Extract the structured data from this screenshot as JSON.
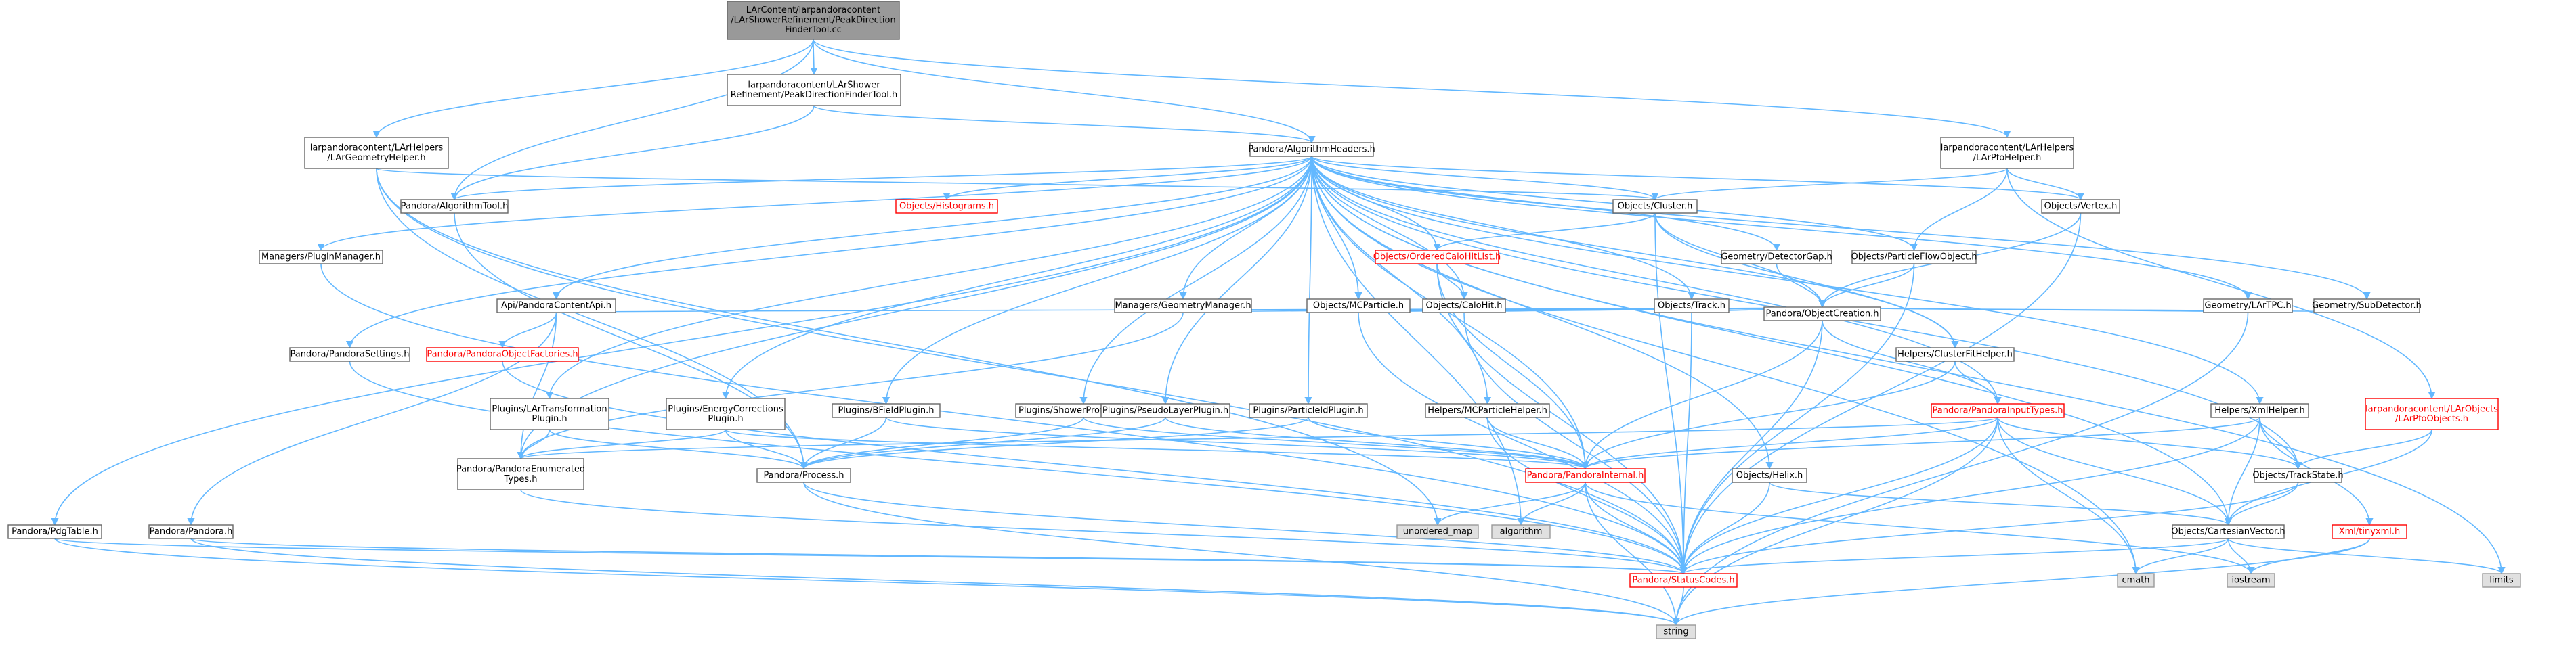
{
  "graph": {
    "nodes": [
      {
        "id": "n0",
        "lines": [
          "LArContent/larpandoracontent",
          "/LArShowerRefinement/PeakDirection",
          "FinderTool.cc"
        ],
        "kind": "root"
      },
      {
        "id": "n1",
        "lines": [
          "larpandoracontent/LArShower",
          "Refinement/PeakDirectionFinderTool.h"
        ],
        "kind": "normal"
      },
      {
        "id": "n2",
        "lines": [
          "larpandoracontent/LArHelpers",
          "/LArGeometryHelper.h"
        ],
        "kind": "normal"
      },
      {
        "id": "n3",
        "lines": [
          "Pandora/AlgorithmHeaders.h"
        ],
        "kind": "normal"
      },
      {
        "id": "n4",
        "lines": [
          "larpandoracontent/LArHelpers",
          "/LArPfoHelper.h"
        ],
        "kind": "normal"
      },
      {
        "id": "n5",
        "lines": [
          "Pandora/AlgorithmTool.h"
        ],
        "kind": "normal"
      },
      {
        "id": "n6",
        "lines": [
          "Objects/Histograms.h"
        ],
        "kind": "red"
      },
      {
        "id": "n7",
        "lines": [
          "Objects/Cluster.h"
        ],
        "kind": "normal"
      },
      {
        "id": "n8",
        "lines": [
          "Objects/Vertex.h"
        ],
        "kind": "normal"
      },
      {
        "id": "n9",
        "lines": [
          "Managers/PluginManager.h"
        ],
        "kind": "normal"
      },
      {
        "id": "n10",
        "lines": [
          "Objects/OrderedCaloHitList.h"
        ],
        "kind": "red"
      },
      {
        "id": "n11",
        "lines": [
          "Geometry/DetectorGap.h"
        ],
        "kind": "normal"
      },
      {
        "id": "n12",
        "lines": [
          "Objects/ParticleFlowObject.h"
        ],
        "kind": "normal"
      },
      {
        "id": "n13",
        "lines": [
          "Api/PandoraContentApi.h"
        ],
        "kind": "normal"
      },
      {
        "id": "n14",
        "lines": [
          "Managers/GeometryManager.h"
        ],
        "kind": "normal"
      },
      {
        "id": "n15",
        "lines": [
          "Objects/MCParticle.h"
        ],
        "kind": "normal"
      },
      {
        "id": "n16",
        "lines": [
          "Objects/CaloHit.h"
        ],
        "kind": "normal"
      },
      {
        "id": "n17",
        "lines": [
          "Objects/Track.h"
        ],
        "kind": "normal"
      },
      {
        "id": "n18",
        "lines": [
          "Geometry/LArTPC.h"
        ],
        "kind": "normal"
      },
      {
        "id": "n19",
        "lines": [
          "Geometry/SubDetector.h"
        ],
        "kind": "normal"
      },
      {
        "id": "n20",
        "lines": [
          "Pandora/PandoraSettings.h"
        ],
        "kind": "normal"
      },
      {
        "id": "n21",
        "lines": [
          "Pandora/PandoraObjectFactories.h"
        ],
        "kind": "red"
      },
      {
        "id": "n22",
        "lines": [
          "Pandora/ObjectCreation.h"
        ],
        "kind": "normal"
      },
      {
        "id": "n23",
        "lines": [
          "Helpers/ClusterFitHelper.h"
        ],
        "kind": "normal"
      },
      {
        "id": "n24",
        "lines": [
          "Plugins/LArTransformation",
          "Plugin.h"
        ],
        "kind": "normal"
      },
      {
        "id": "n25",
        "lines": [
          "Plugins/EnergyCorrections",
          "Plugin.h"
        ],
        "kind": "normal"
      },
      {
        "id": "n26",
        "lines": [
          "Plugins/BFieldPlugin.h"
        ],
        "kind": "normal"
      },
      {
        "id": "n27",
        "lines": [
          "Plugins/ShowerProfilePlugin.h"
        ],
        "kind": "normal"
      },
      {
        "id": "n28",
        "lines": [
          "Plugins/PseudoLayerPlugin.h"
        ],
        "kind": "normal"
      },
      {
        "id": "n29",
        "lines": [
          "Plugins/ParticleIdPlugin.h"
        ],
        "kind": "normal"
      },
      {
        "id": "n30",
        "lines": [
          "Helpers/MCParticleHelper.h"
        ],
        "kind": "normal"
      },
      {
        "id": "n31",
        "lines": [
          "Pandora/PandoraInputTypes.h"
        ],
        "kind": "red"
      },
      {
        "id": "n32",
        "lines": [
          "Helpers/XmlHelper.h"
        ],
        "kind": "normal"
      },
      {
        "id": "n33",
        "lines": [
          "larpandoracontent/LArObjects",
          "/LArPfoObjects.h"
        ],
        "kind": "red"
      },
      {
        "id": "n34",
        "lines": [
          "Pandora/PandoraEnumerated",
          "Types.h"
        ],
        "kind": "normal"
      },
      {
        "id": "n35",
        "lines": [
          "Pandora/Process.h"
        ],
        "kind": "normal"
      },
      {
        "id": "n36",
        "lines": [
          "Pandora/PandoraInternal.h"
        ],
        "kind": "red"
      },
      {
        "id": "n37",
        "lines": [
          "Objects/Helix.h"
        ],
        "kind": "normal"
      },
      {
        "id": "n38",
        "lines": [
          "Objects/TrackState.h"
        ],
        "kind": "normal"
      },
      {
        "id": "n39",
        "lines": [
          "Pandora/PdgTable.h"
        ],
        "kind": "normal"
      },
      {
        "id": "n40",
        "lines": [
          "Pandora/Pandora.h"
        ],
        "kind": "normal"
      },
      {
        "id": "n41",
        "lines": [
          "unordered_map"
        ],
        "kind": "gray"
      },
      {
        "id": "n42",
        "lines": [
          "algorithm"
        ],
        "kind": "gray"
      },
      {
        "id": "n43",
        "lines": [
          "Objects/CartesianVector.h"
        ],
        "kind": "normal"
      },
      {
        "id": "n44",
        "lines": [
          "Xml/tinyxml.h"
        ],
        "kind": "red"
      },
      {
        "id": "n45",
        "lines": [
          "Pandora/StatusCodes.h"
        ],
        "kind": "red"
      },
      {
        "id": "n46",
        "lines": [
          "cmath"
        ],
        "kind": "gray"
      },
      {
        "id": "n47",
        "lines": [
          "iostream"
        ],
        "kind": "gray"
      },
      {
        "id": "n48",
        "lines": [
          "limits"
        ],
        "kind": "gray"
      },
      {
        "id": "n49",
        "lines": [
          "string"
        ],
        "kind": "gray"
      }
    ],
    "edges": [
      [
        "n0",
        "n1"
      ],
      [
        "n0",
        "n2"
      ],
      [
        "n0",
        "n3"
      ],
      [
        "n0",
        "n4"
      ],
      [
        "n0",
        "n5"
      ],
      [
        "n1",
        "n3"
      ],
      [
        "n1",
        "n5"
      ],
      [
        "n2",
        "n7"
      ],
      [
        "n2",
        "n45"
      ],
      [
        "n2",
        "n35"
      ],
      [
        "n2",
        "n41"
      ],
      [
        "n3",
        "n5"
      ],
      [
        "n3",
        "n6"
      ],
      [
        "n3",
        "n7"
      ],
      [
        "n3",
        "n8"
      ],
      [
        "n3",
        "n9"
      ],
      [
        "n3",
        "n10"
      ],
      [
        "n3",
        "n11"
      ],
      [
        "n3",
        "n12"
      ],
      [
        "n3",
        "n13"
      ],
      [
        "n3",
        "n14"
      ],
      [
        "n3",
        "n15"
      ],
      [
        "n3",
        "n16"
      ],
      [
        "n3",
        "n17"
      ],
      [
        "n3",
        "n18"
      ],
      [
        "n3",
        "n19"
      ],
      [
        "n3",
        "n20"
      ],
      [
        "n3",
        "n23"
      ],
      [
        "n3",
        "n24"
      ],
      [
        "n3",
        "n25"
      ],
      [
        "n3",
        "n26"
      ],
      [
        "n3",
        "n27"
      ],
      [
        "n3",
        "n28"
      ],
      [
        "n3",
        "n29"
      ],
      [
        "n3",
        "n30"
      ],
      [
        "n3",
        "n31"
      ],
      [
        "n3",
        "n32"
      ],
      [
        "n3",
        "n36"
      ],
      [
        "n3",
        "n37"
      ],
      [
        "n3",
        "n38"
      ],
      [
        "n3",
        "n39"
      ],
      [
        "n3",
        "n43"
      ],
      [
        "n3",
        "n46"
      ],
      [
        "n3",
        "n48"
      ],
      [
        "n3",
        "n42"
      ],
      [
        "n3",
        "n34"
      ],
      [
        "n4",
        "n7"
      ],
      [
        "n4",
        "n8"
      ],
      [
        "n4",
        "n12"
      ],
      [
        "n4",
        "n33"
      ],
      [
        "n5",
        "n35"
      ],
      [
        "n7",
        "n10"
      ],
      [
        "n7",
        "n22"
      ],
      [
        "n7",
        "n23"
      ],
      [
        "n7",
        "n45"
      ],
      [
        "n8",
        "n22"
      ],
      [
        "n8",
        "n45"
      ],
      [
        "n9",
        "n45"
      ],
      [
        "n10",
        "n16"
      ],
      [
        "n10",
        "n36"
      ],
      [
        "n10",
        "n45"
      ],
      [
        "n11",
        "n22"
      ],
      [
        "n12",
        "n22"
      ],
      [
        "n12",
        "n45"
      ],
      [
        "n13",
        "n21"
      ],
      [
        "n13",
        "n22"
      ],
      [
        "n13",
        "n40"
      ],
      [
        "n13",
        "n34"
      ],
      [
        "n14",
        "n22"
      ],
      [
        "n14",
        "n34"
      ],
      [
        "n15",
        "n22"
      ],
      [
        "n15",
        "n45"
      ],
      [
        "n16",
        "n22"
      ],
      [
        "n16",
        "n45"
      ],
      [
        "n17",
        "n22"
      ],
      [
        "n17",
        "n45"
      ],
      [
        "n18",
        "n22"
      ],
      [
        "n18",
        "n49"
      ],
      [
        "n19",
        "n22"
      ],
      [
        "n20",
        "n45"
      ],
      [
        "n21",
        "n45"
      ],
      [
        "n22",
        "n31"
      ],
      [
        "n22",
        "n36"
      ],
      [
        "n22",
        "n45"
      ],
      [
        "n23",
        "n31"
      ],
      [
        "n23",
        "n36"
      ],
      [
        "n24",
        "n34"
      ],
      [
        "n24",
        "n35"
      ],
      [
        "n25",
        "n34"
      ],
      [
        "n25",
        "n35"
      ],
      [
        "n25",
        "n36"
      ],
      [
        "n26",
        "n35"
      ],
      [
        "n26",
        "n36"
      ],
      [
        "n27",
        "n35"
      ],
      [
        "n27",
        "n36"
      ],
      [
        "n28",
        "n35"
      ],
      [
        "n28",
        "n36"
      ],
      [
        "n29",
        "n35"
      ],
      [
        "n29",
        "n36"
      ],
      [
        "n30",
        "n36"
      ],
      [
        "n30",
        "n45"
      ],
      [
        "n31",
        "n34"
      ],
      [
        "n31",
        "n36"
      ],
      [
        "n31",
        "n38"
      ],
      [
        "n31",
        "n43"
      ],
      [
        "n31",
        "n45"
      ],
      [
        "n31",
        "n46"
      ],
      [
        "n31",
        "n49"
      ],
      [
        "n32",
        "n36"
      ],
      [
        "n32",
        "n38"
      ],
      [
        "n32",
        "n43"
      ],
      [
        "n32",
        "n44"
      ],
      [
        "n32",
        "n45"
      ],
      [
        "n33",
        "n38"
      ],
      [
        "n33",
        "n43"
      ],
      [
        "n34",
        "n45"
      ],
      [
        "n35",
        "n45"
      ],
      [
        "n35",
        "n49"
      ],
      [
        "n36",
        "n41"
      ],
      [
        "n36",
        "n42"
      ],
      [
        "n36",
        "n45"
      ],
      [
        "n36",
        "n47"
      ],
      [
        "n36",
        "n49"
      ],
      [
        "n37",
        "n43"
      ],
      [
        "n37",
        "n45"
      ],
      [
        "n38",
        "n43"
      ],
      [
        "n38",
        "n45"
      ],
      [
        "n39",
        "n45"
      ],
      [
        "n39",
        "n49"
      ],
      [
        "n40",
        "n45"
      ],
      [
        "n40",
        "n49"
      ],
      [
        "n43",
        "n45"
      ],
      [
        "n43",
        "n46"
      ],
      [
        "n43",
        "n47"
      ],
      [
        "n43",
        "n48"
      ],
      [
        "n44",
        "n47"
      ],
      [
        "n44",
        "n49"
      ],
      [
        "n45",
        "n49"
      ]
    ]
  }
}
